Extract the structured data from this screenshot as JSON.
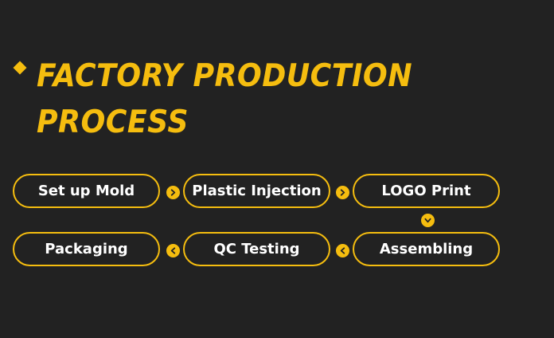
{
  "title": {
    "line1": "FACTORY PRODUCTION",
    "line2": "PROCESS"
  },
  "steps": [
    "Set up Mold",
    "Plastic Injection",
    "LOGO Print",
    "Assembling",
    "QC Testing",
    "Packaging"
  ],
  "colors": {
    "background": "#222222",
    "accent": "#f5bd0f",
    "text": "#ffffff"
  },
  "icons": {
    "bullet": "diamond-icon",
    "right": "chevron-right-icon",
    "down": "chevron-down-icon",
    "left": "chevron-left-icon"
  }
}
